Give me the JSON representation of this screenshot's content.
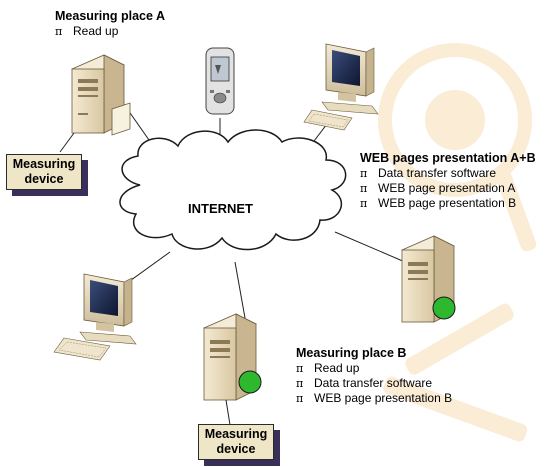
{
  "cloud": {
    "label": "INTERNET"
  },
  "place_a": {
    "title": "Measuring place A",
    "bullet": "π",
    "items": [
      "Read up"
    ]
  },
  "web_ab": {
    "title": "WEB pages presentation A+B",
    "bullet": "π",
    "items": [
      "Data transfer software",
      "WEB page presentation A",
      "WEB page presentation B"
    ]
  },
  "place_b": {
    "title": "Measuring place B",
    "bullet": "π",
    "items": [
      "Read up",
      "Data transfer software",
      "WEB page presentation B"
    ]
  },
  "device_a": {
    "line1": "Measuring",
    "line2": "device"
  },
  "device_b": {
    "line1": "Measuring",
    "line2": "device"
  },
  "colors": {
    "server_body": "#e9dcc0",
    "server_shadow": "#b9a889",
    "status_led": "#2eb82e",
    "device_fill": "#efe6c8",
    "device_shadow": "#3a2f5a",
    "watermark": "#f3c98a"
  },
  "icons": [
    "server-icon",
    "pda-icon",
    "desktop-computer-icon",
    "cloud-icon"
  ]
}
